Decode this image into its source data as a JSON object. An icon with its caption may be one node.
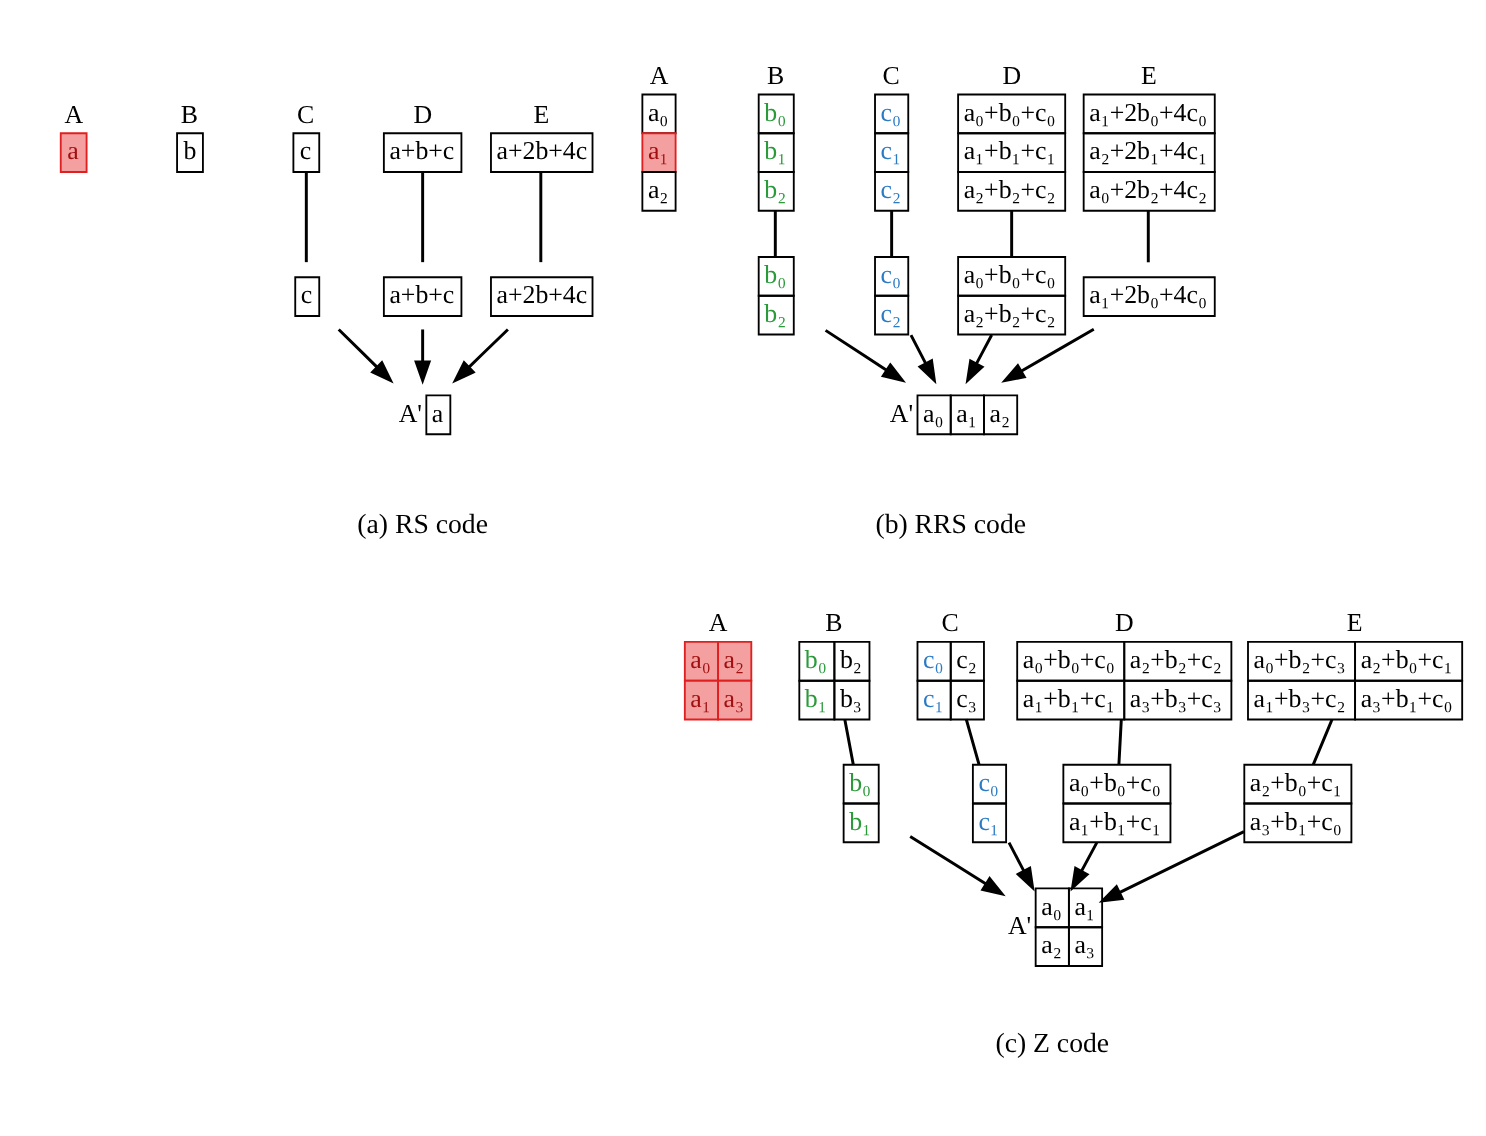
{
  "diagram": {
    "nodes": [
      {
        "text": [
          "A",
          "a"
        ]
      },
      {
        "text": [
          "B",
          "b"
        ]
      },
      {
        "text": [
          "C",
          "c"
        ]
      },
      {
        "text": [
          "D",
          "a+b+c"
        ]
      },
      {
        "text": [
          "E",
          "a+2b+4c"
        ]
      },
      {
        "text": [
          "c"
        ]
      },
      {
        "text": [
          "a+b+c"
        ]
      },
      {
        "text": [
          "a+2b+4c"
        ]
      },
      {
        "text": [
          "a"
        ],
        "beside": [
          "A'"
        ]
      },
      {
        "text": [
          "A",
          "a₀",
          "a₁",
          "a₂"
        ]
      },
      {
        "text": [
          "B",
          "b₀",
          "b₁",
          "b₂"
        ]
      },
      {
        "text": [
          "C",
          "c₀",
          "c₁",
          "c₂"
        ]
      },
      {
        "text": [
          "D",
          "a₀+b₀+c₀",
          "a₁+b₁+c₁",
          "a₂+b₂+c₂"
        ]
      },
      {
        "text": [
          "E",
          "a₁+2b₀+4c₀",
          "a₂+2b₁+4c₁",
          "a₀+2b₂+4c₂"
        ]
      },
      {
        "text": [
          "b₀",
          "b₂"
        ]
      },
      {
        "text": [
          "c₀",
          "c₂"
        ]
      },
      {
        "text": [
          "a₀+b₀+c₀",
          "a₂+b₂+c₂"
        ]
      },
      {
        "text": [
          "a₁+2b₀+4c₀"
        ]
      },
      {
        "text": [
          "a₀",
          "a₁",
          "a₂"
        ],
        "beside": [
          "A'"
        ]
      },
      {
        "text": [
          "A",
          "a₀",
          "a₂",
          "a₁",
          "a₃"
        ]
      },
      {
        "text": [
          "B",
          "b₀",
          "b₂",
          "b₁",
          "b₃"
        ]
      },
      {
        "text": [
          "C",
          "c₀",
          "c₂",
          "c₁",
          "c₃"
        ]
      },
      {
        "text": [
          "D",
          "a₀+b₀+c₀",
          "a₂+b₂+c₂",
          "a₁+b₁+c₁",
          "a₃+b₃+c₃"
        ]
      },
      {
        "text": [
          "E",
          "a₀+b₂+c₃",
          "a₂+b₀+c₁",
          "a₁+b₃+c₂",
          "a₃+b₁+c₀"
        ]
      },
      {
        "text": [
          "b₀",
          "b₁"
        ]
      },
      {
        "text": [
          "c₀",
          "c₁"
        ]
      },
      {
        "text": [
          "a₀+b₀+c₀",
          "a₁+b₁+c₁"
        ]
      },
      {
        "text": [
          "a₂+b₀+c₁",
          "a₃+b₁+c₀"
        ]
      },
      {
        "text": [
          "a₀",
          "a₁",
          "a₂",
          "a₃"
        ],
        "beside": [
          "A'"
        ]
      }
    ],
    "edges": [
      {
        "from": 2,
        "to": 5,
        "arrow": "none"
      },
      {
        "from": 3,
        "to": 6,
        "arrow": "none"
      },
      {
        "from": 4,
        "to": 7,
        "arrow": "none"
      },
      {
        "from": 5,
        "to": 8,
        "arrow": "to"
      },
      {
        "from": 6,
        "to": 8,
        "arrow": "to"
      },
      {
        "from": 7,
        "to": 8,
        "arrow": "to"
      },
      {
        "from": 10,
        "to": 14,
        "arrow": "none"
      },
      {
        "from": 11,
        "to": 15,
        "arrow": "none"
      },
      {
        "from": 12,
        "to": 16,
        "arrow": "none"
      },
      {
        "from": 13,
        "to": 17,
        "arrow": "none"
      },
      {
        "from": 14,
        "to": 18,
        "arrow": "to"
      },
      {
        "from": 15,
        "to": 18,
        "arrow": "to"
      },
      {
        "from": 16,
        "to": 18,
        "arrow": "to"
      },
      {
        "from": 17,
        "to": 18,
        "arrow": "to"
      },
      {
        "from": 20,
        "to": 24,
        "arrow": "none"
      },
      {
        "from": 21,
        "to": 25,
        "arrow": "none"
      },
      {
        "from": 22,
        "to": 26,
        "arrow": "none"
      },
      {
        "from": 23,
        "to": 27,
        "arrow": "none"
      },
      {
        "from": 24,
        "to": 28,
        "arrow": "to"
      },
      {
        "from": 25,
        "to": 28,
        "arrow": "to"
      },
      {
        "from": 26,
        "to": 28,
        "arrow": "to"
      },
      {
        "from": 27,
        "to": 28,
        "arrow": "to"
      }
    ],
    "labels": [
      "(a) RS code",
      "(b) RRS code",
      "(c) Z code"
    ]
  }
}
